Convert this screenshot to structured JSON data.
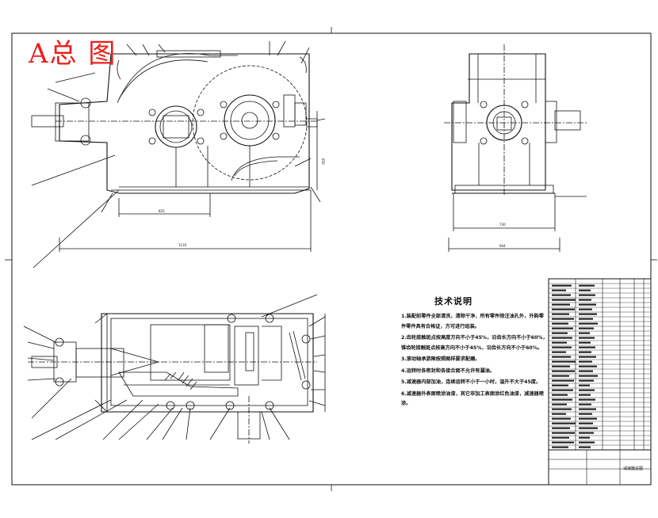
{
  "stamp": {
    "text": "A总 图",
    "color": "#e8201c"
  },
  "notes": {
    "title": "技术说明",
    "items": [
      "1.装配前零件全部清洗，清除干净，所有零件除注油孔外，外购零件零件具有合格证，方可进行组装。",
      "2.齿轮接触斑点按高度方向不小于45%，沿齿长方向不小于60%，锥齿轮接触斑点按高方向不小于45%，沿齿长方向不小于60%。",
      "3.滚动轴承游隙按照图样要求配磨。",
      "4.运转时各密封和各接合面不允许有漏油。",
      "5.减速器内部加油，连续运转不小于一小时，温升不大于45度。",
      "6.减速器外表面喷涂油漆，其它非加工表面涂红色油漆，减速器喷涂。"
    ]
  },
  "title_block": {
    "label": "减速器总图"
  },
  "line_color": "#111111"
}
